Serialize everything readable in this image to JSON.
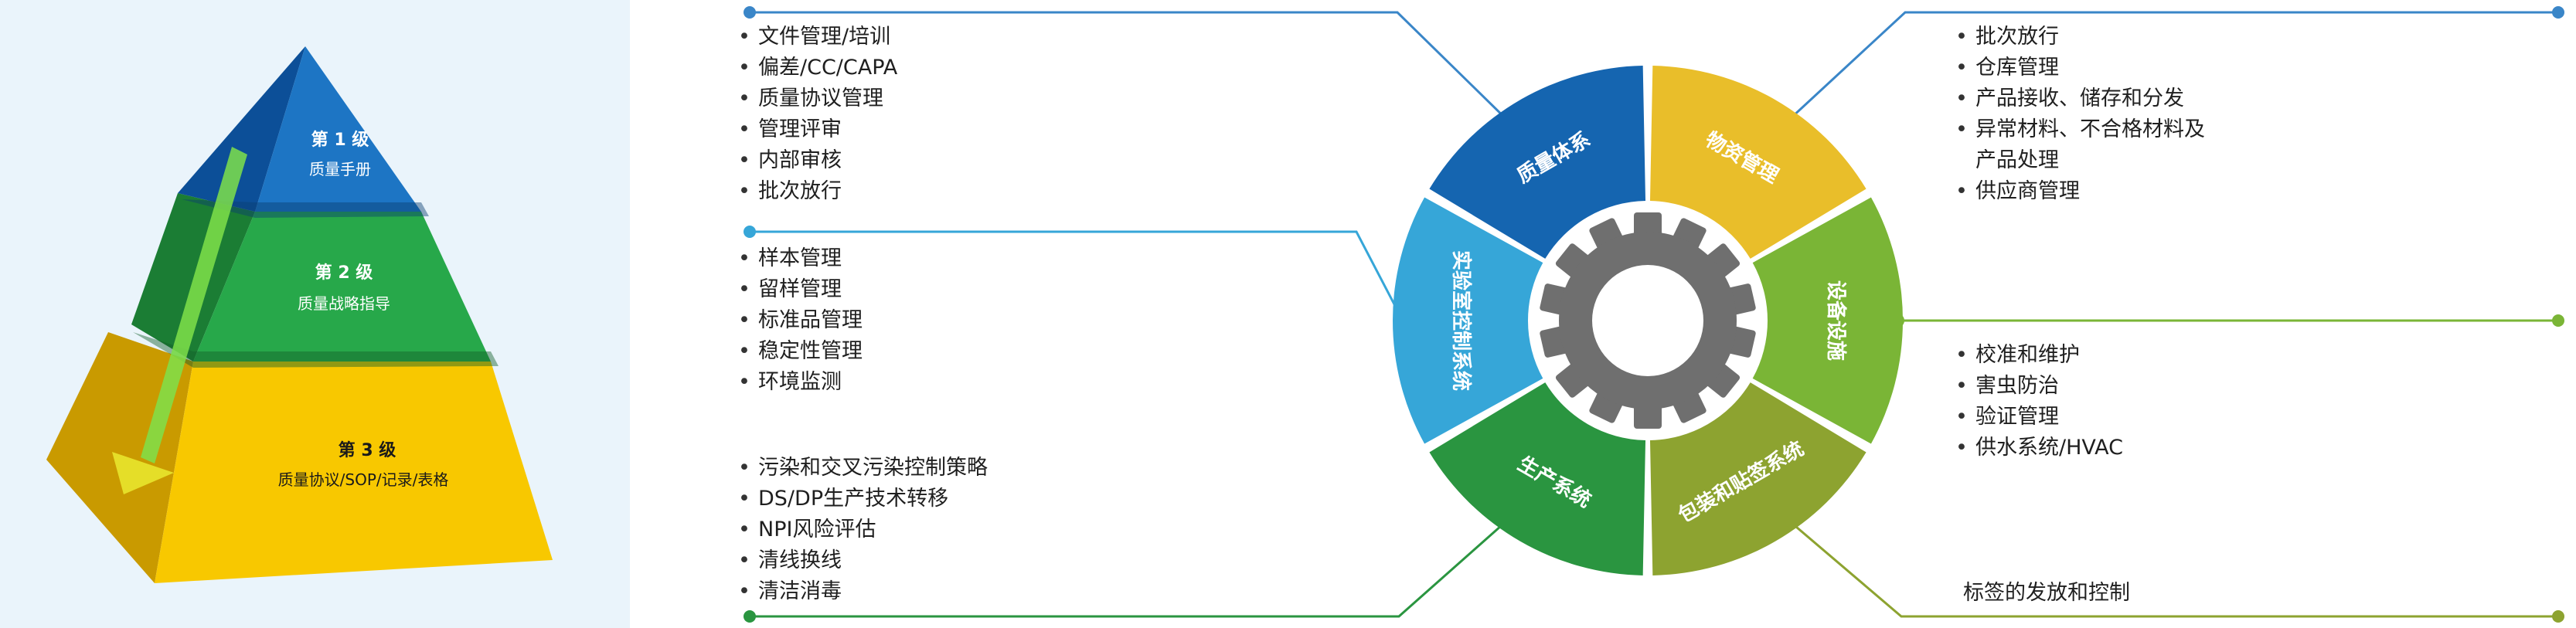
{
  "pyramid": {
    "levels": [
      {
        "title": "第 1 级",
        "subtitle": "质量手册"
      },
      {
        "title": "第 2 级",
        "subtitle": "质量战略指导"
      },
      {
        "title": "第 3 级",
        "subtitle": "质量协议/SOP/记录/表格"
      }
    ]
  },
  "wheel": {
    "segments": [
      {
        "label": "质量体系",
        "color": "#1565b0"
      },
      {
        "label": "物资管理",
        "color": "#e9be2a"
      },
      {
        "label": "设备设施",
        "color": "#7ab536"
      },
      {
        "label": "包装和贴签系统",
        "color": "#8da330"
      },
      {
        "label": "生产系统",
        "color": "#2a9540"
      },
      {
        "label": "实验室控制系统",
        "color": "#36a6d8"
      }
    ]
  },
  "lists": {
    "quality_system": [
      "文件管理/培训",
      "偏差/CC/CAPA",
      "质量协议管理",
      "管理评审",
      "内部审核",
      "批次放行"
    ],
    "materials": [
      "批次放行",
      "仓库管理",
      "产品接收、储存和分发",
      "异常材料、不合格材料及",
      "产品处理",
      "供应商管理"
    ],
    "lab": [
      "样本管理",
      "留样管理",
      "标准品管理",
      "稳定性管理",
      "环境监测"
    ],
    "equipment": [
      "校准和维护",
      "害虫防治",
      "验证管理",
      "供水系统/HVAC"
    ],
    "production": [
      "污染和交叉污染控制策略",
      "DS/DP生产技术转移",
      "NPI风险评估",
      "清线换线",
      "清洁消毒"
    ],
    "packaging": [
      "标签的发放和控制"
    ]
  }
}
